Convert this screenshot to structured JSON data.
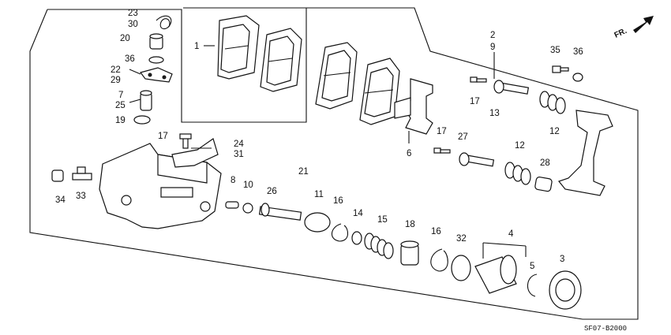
{
  "diagram_code": "SF07-B2000",
  "orientation_label": "FR.",
  "callouts": {
    "c1": "1",
    "c2": "2",
    "c9": "9",
    "c3": "3",
    "c4": "4",
    "c5": "5",
    "c6": "6",
    "c7": "7",
    "c25": "25",
    "c8": "8",
    "c10": "10",
    "c11": "11",
    "c12a": "12",
    "c12b": "12",
    "c13": "13",
    "c14": "14",
    "c15": "15",
    "c16a": "16",
    "c16b": "16",
    "c17a": "17",
    "c17b": "17",
    "c17c": "17",
    "c18": "18",
    "c19": "19",
    "c20": "20",
    "c21": "21",
    "c22": "22",
    "c29": "29",
    "c23": "23",
    "c30": "30",
    "c24": "24",
    "c31": "31",
    "c26": "26",
    "c27": "27",
    "c28": "28",
    "c32": "32",
    "c33": "33",
    "c34": "34",
    "c35": "35",
    "c36a": "36",
    "c36b": "36"
  }
}
